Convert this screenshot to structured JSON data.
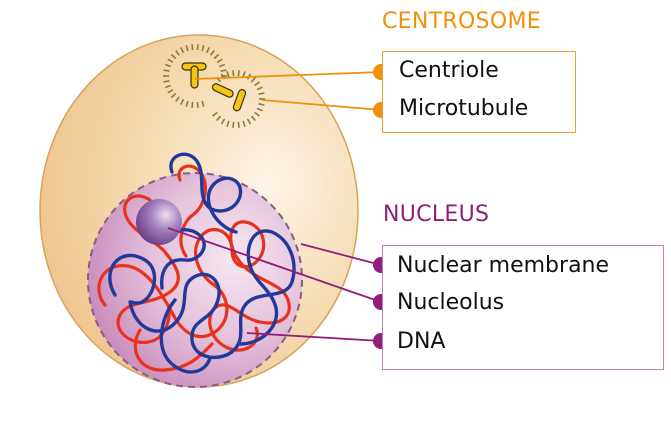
{
  "colors": {
    "centrosome_accent": "#f0900a",
    "nucleus_accent": "#8e1f7c",
    "cytoplasm": "#f3d3a2",
    "cell_outline": "#d9a862",
    "nucleus_fill": "#e2b8d8",
    "nuclear_membrane": "#8b5a86",
    "dna_red": "#e8321e",
    "dna_blue": "#233c9a",
    "centriole": "#f5c518",
    "nucleolus": "#7a4f94"
  },
  "centrosome": {
    "title": "CENTROSOME",
    "labels": [
      "Centriole",
      "Microtubule"
    ]
  },
  "nucleus": {
    "title": "NUCLEUS",
    "labels": [
      "Nuclear membrane",
      "Nucleolus",
      "DNA"
    ]
  }
}
